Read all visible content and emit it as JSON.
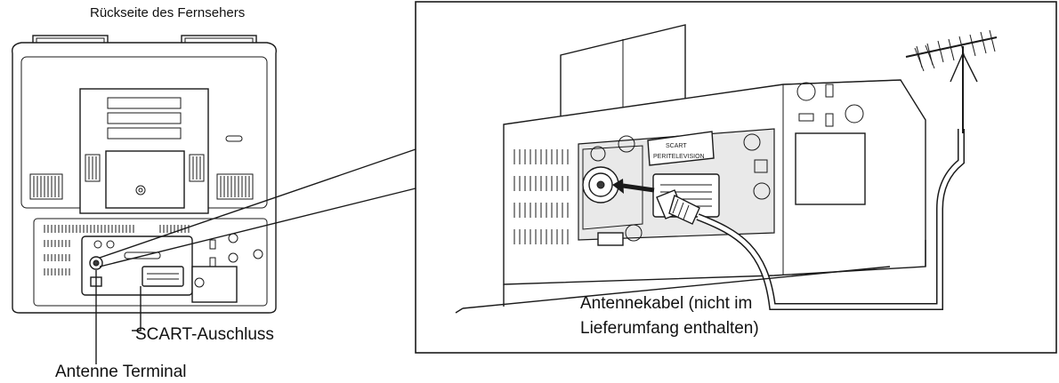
{
  "labels": {
    "tv_back": "Rückseite des Fernsehers",
    "scart": "SCART-Auschluss",
    "antenna_terminal": "Antenne Terminal",
    "antenna_cable_line1": "Antennekabel (nicht im",
    "antenna_cable_line2": "Lieferumfang enthalten)",
    "scart_tag_line1": "SCART",
    "scart_tag_line2": "PERITELEVISION"
  }
}
